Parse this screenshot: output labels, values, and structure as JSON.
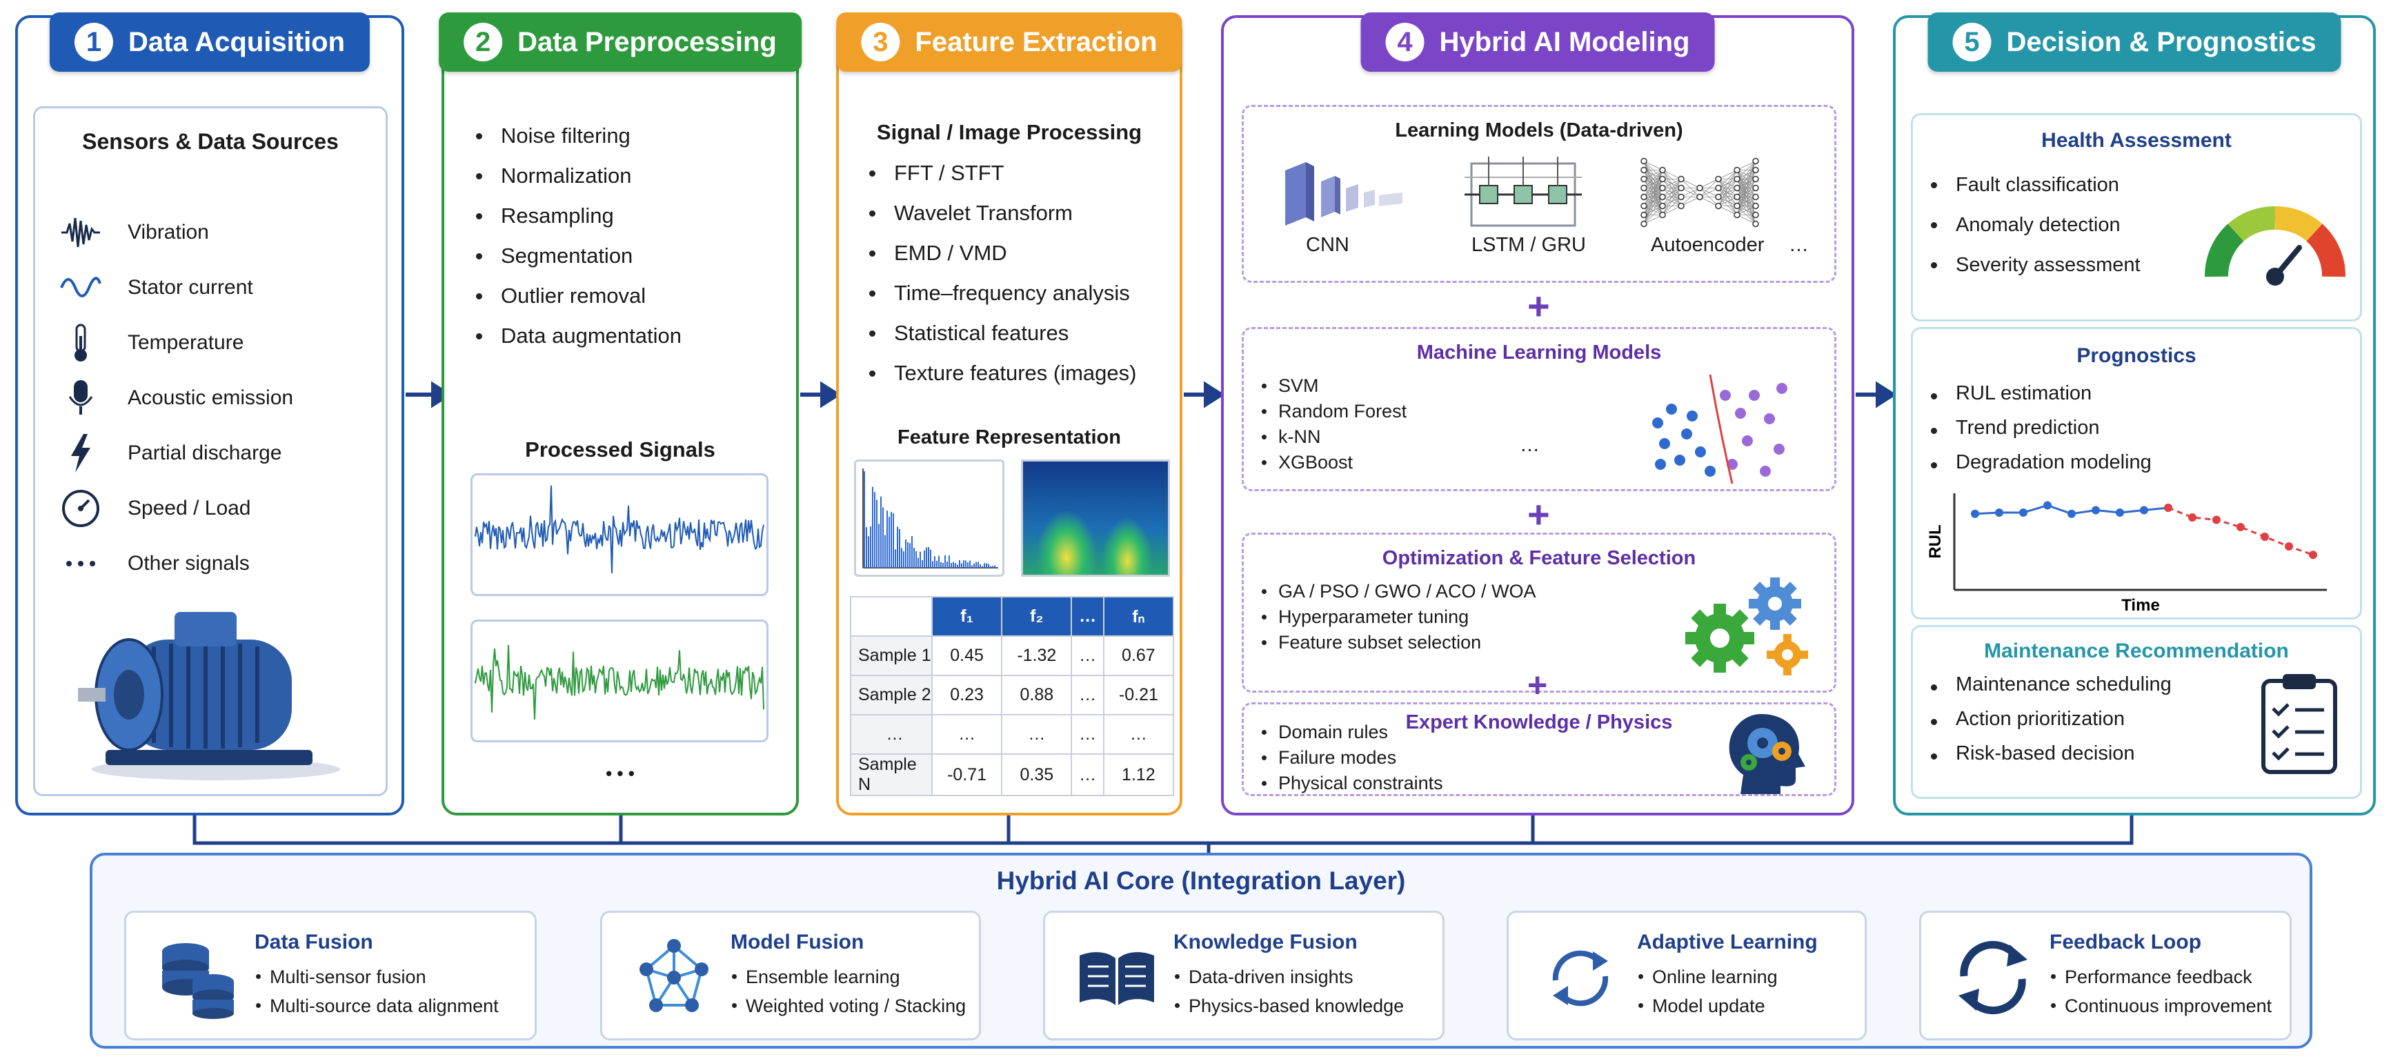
{
  "colors": {
    "blue": "#1f5bb5",
    "green": "#2e9a3e",
    "orange": "#f0a028",
    "purple": "#7b45c7",
    "teal": "#2596a8",
    "core": "#4a7fd6"
  },
  "p1": {
    "num": "1",
    "title": "Data Acquisition",
    "sub_title": "Sensors & Data Sources",
    "sensors": [
      {
        "label": "Vibration",
        "icon": "vibration-icon"
      },
      {
        "label": "Stator current",
        "icon": "sine-wave-icon"
      },
      {
        "label": "Temperature",
        "icon": "thermometer-icon"
      },
      {
        "label": "Acoustic emission",
        "icon": "microphone-icon"
      },
      {
        "label": "Partial discharge",
        "icon": "lightning-icon"
      },
      {
        "label": "Speed / Load",
        "icon": "speedometer-icon"
      },
      {
        "label": "Other signals",
        "icon": "dots-icon"
      }
    ]
  },
  "p2": {
    "num": "2",
    "title": "Data Preprocessing",
    "items": [
      "Noise filtering",
      "Normalization",
      "Resampling",
      "Segmentation",
      "Outlier removal",
      "Data augmentation"
    ],
    "signals_title": "Processed Signals",
    "ellipsis": "• • •"
  },
  "p3": {
    "num": "3",
    "title": "Feature Extraction",
    "sub_title": "Signal / Image Processing",
    "items": [
      "FFT / STFT",
      "Wavelet Transform",
      "EMD / VMD",
      "Time–frequency analysis",
      "Statistical features",
      "Texture features (images)"
    ],
    "rep_title": "Feature Representation",
    "table": {
      "headers": [
        "",
        "f₁",
        "f₂",
        "…",
        "fₙ"
      ],
      "rows": [
        [
          "Sample 1",
          "0.45",
          "-1.32",
          "…",
          "0.67"
        ],
        [
          "Sample 2",
          "0.23",
          "0.88",
          "…",
          "-0.21"
        ],
        [
          "…",
          "…",
          "…",
          "…",
          "…"
        ],
        [
          "Sample N",
          "-0.71",
          "0.35",
          "…",
          "1.12"
        ]
      ]
    }
  },
  "p4": {
    "num": "4",
    "title": "Hybrid AI Modeling",
    "learning": {
      "title": "Learning Models (Data-driven)",
      "models": [
        "CNN",
        "LSTM / GRU",
        "Autoencoder",
        "…"
      ]
    },
    "ml": {
      "title": "Machine Learning Models",
      "items": [
        "SVM",
        "Random Forest",
        "k-NN",
        "XGBoost"
      ],
      "ellipsis": "…"
    },
    "opt": {
      "title": "Optimization & Feature Selection",
      "items": [
        "GA / PSO / GWO / ACO / WOA",
        "Hyperparameter tuning",
        "Feature subset selection"
      ]
    },
    "expert": {
      "title": "Expert Knowledge / Physics",
      "items": [
        "Domain rules",
        "Failure modes",
        "Physical constraints"
      ]
    },
    "plus": "+"
  },
  "p5": {
    "num": "5",
    "title": "Decision & Prognostics",
    "health": {
      "title": "Health Assessment",
      "items": [
        "Fault classification",
        "Anomaly detection",
        "Severity assessment"
      ]
    },
    "prog": {
      "title": "Prognostics",
      "items": [
        "RUL estimation",
        "Trend prediction",
        "Degradation modeling"
      ],
      "ylabel": "RUL",
      "xlabel": "Time"
    },
    "maint": {
      "title": "Maintenance Recommendation",
      "items": [
        "Maintenance scheduling",
        "Action prioritization",
        "Risk-based decision"
      ]
    }
  },
  "core": {
    "title": "Hybrid AI Core (Integration Layer)",
    "boxes": [
      {
        "title": "Data Fusion",
        "items": [
          "Multi-sensor fusion",
          "Multi-source data alignment"
        ]
      },
      {
        "title": "Model Fusion",
        "items": [
          "Ensemble learning",
          "Weighted voting / Stacking"
        ]
      },
      {
        "title": "Knowledge Fusion",
        "items": [
          "Data-driven insights",
          "Physics-based knowledge"
        ]
      },
      {
        "title": "Adaptive Learning",
        "items": [
          "Online learning",
          "Model update"
        ]
      },
      {
        "title": "Feedback Loop",
        "items": [
          "Performance feedback",
          "Continuous improvement"
        ]
      }
    ]
  },
  "chart_data": {
    "type": "line",
    "xlabel": "Time",
    "ylabel": "RUL",
    "series": [
      {
        "values": [
          6.3,
          6.4,
          6.4,
          7.0,
          6.3,
          6.6,
          6.4,
          6.6,
          6.8
        ]
      },
      {
        "values": [
          6.8,
          6.0,
          5.8,
          5.2,
          4.4,
          3.6,
          2.9
        ]
      }
    ]
  }
}
